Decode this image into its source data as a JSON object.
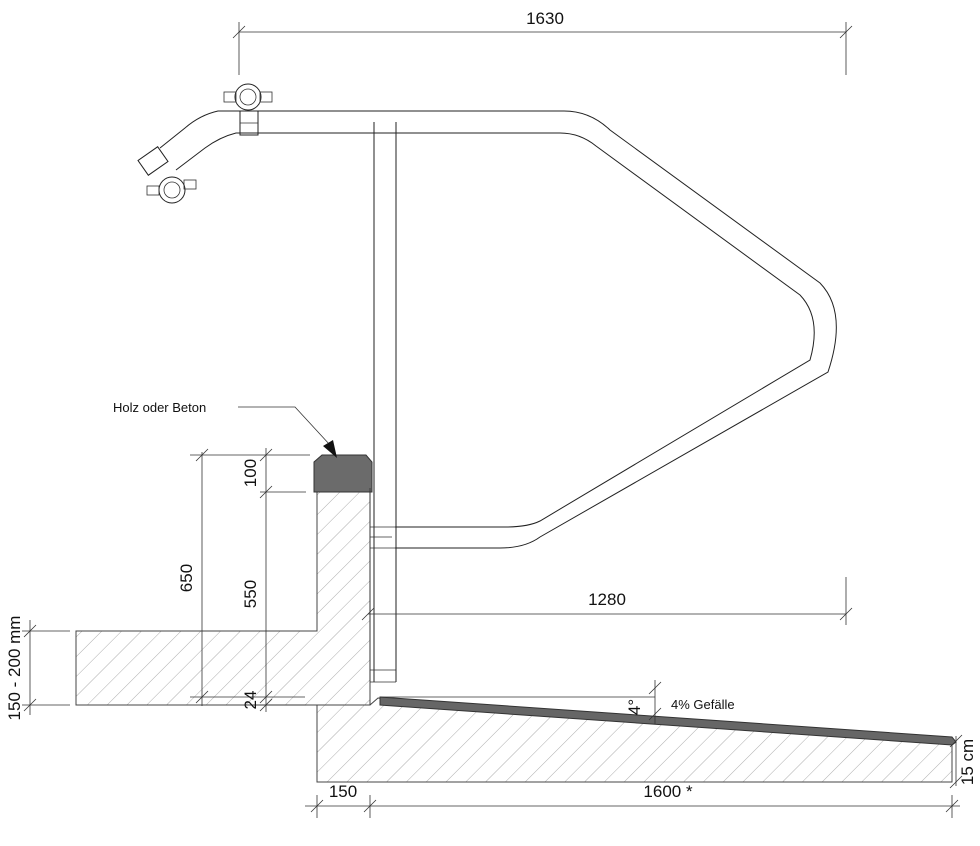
{
  "dimensions": {
    "top_width": "1630",
    "rail_depth": "1280",
    "total_height": "650",
    "cap_height": "100",
    "wall_height": "550",
    "gap": "24",
    "slab_thickness": "150 - 200 mm",
    "wall_width": "150",
    "ramp_length": "1600 *",
    "ramp_rise": "15 cm",
    "angle": "4°",
    "slope": "4% Gefälle"
  },
  "labels": {
    "cap_material": "Holz oder Beton"
  },
  "colors": {
    "cap_fill": "#6b6b6b",
    "ramp_fill": "#666666",
    "line": "#222222",
    "hatch": "#888888"
  }
}
